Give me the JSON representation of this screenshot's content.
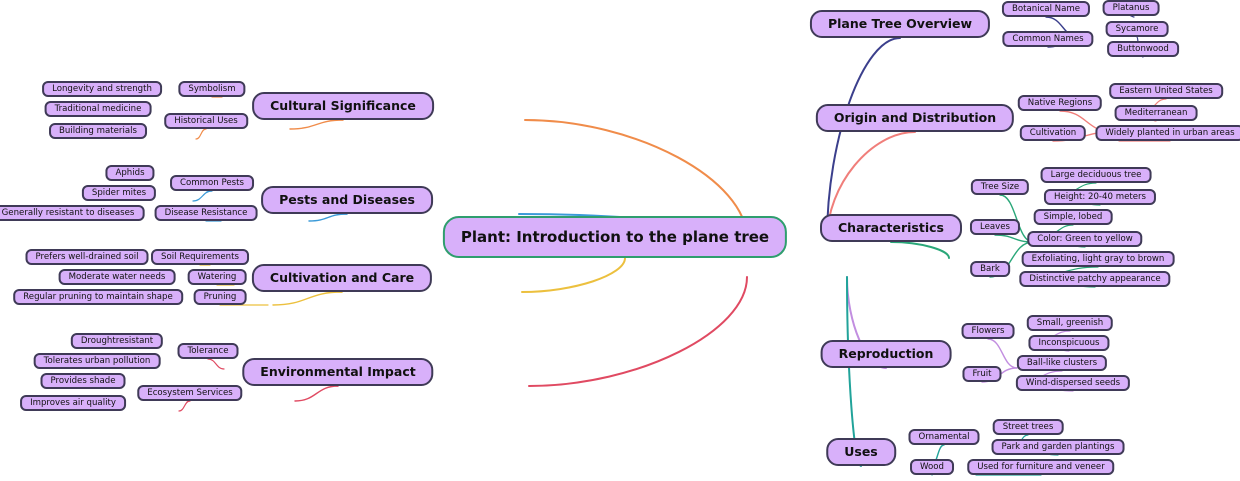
{
  "root": {
    "label": "Plant: Introduction to the plane tree"
  },
  "branches": [
    {
      "label": "Plane Tree Overview",
      "color": "#3b3f8c",
      "children": [
        {
          "label": "Botanical Name",
          "children": [
            "Platanus"
          ]
        },
        {
          "label": "Common Names",
          "children": [
            "Sycamore",
            "Buttonwood"
          ]
        }
      ]
    },
    {
      "label": "Origin and Distribution",
      "color": "#f07e7a",
      "children": [
        {
          "label": "Native Regions",
          "children": [
            "Eastern United States",
            "Mediterranean"
          ]
        },
        {
          "label": "Cultivation",
          "children": [
            "Widely planted in urban areas"
          ]
        }
      ]
    },
    {
      "label": "Characteristics",
      "color": "#2aa779",
      "children": [
        {
          "label": "Tree Size",
          "children": [
            "Large deciduous tree",
            "Height: 20-40 meters"
          ]
        },
        {
          "label": "Leaves",
          "children": [
            "Simple, lobed",
            "Color: Green to yellow"
          ]
        },
        {
          "label": "Bark",
          "children": [
            "Exfoliating, light gray to brown",
            "Distinctive patchy appearance"
          ]
        }
      ]
    },
    {
      "label": "Reproduction",
      "color": "#c28ee0",
      "children": [
        {
          "label": "Flowers",
          "children": [
            "Small, greenish",
            "Inconspicuous"
          ]
        },
        {
          "label": "Fruit",
          "children": [
            "Ball-like clusters",
            "Wind-dispersed seeds"
          ]
        }
      ]
    },
    {
      "label": "Uses",
      "color": "#21a39a",
      "children": [
        {
          "label": "Ornamental",
          "children": [
            "Street trees",
            "Park and garden plantings"
          ]
        },
        {
          "label": "Wood",
          "children": [
            "Used for furniture and veneer"
          ]
        }
      ]
    },
    {
      "label": "Cultural Significance",
      "color": "#f08c4a",
      "children": [
        {
          "label": "Symbolism",
          "children": [
            "Longevity and strength"
          ]
        },
        {
          "label": "Historical Uses",
          "children": [
            "Traditional medicine",
            "Building materials"
          ]
        }
      ]
    },
    {
      "label": "Pests and Diseases",
      "color": "#3b9ad8",
      "children": [
        {
          "label": "Common Pests",
          "children": [
            "Aphids",
            "Spider mites"
          ]
        },
        {
          "label": "Disease Resistance",
          "children": [
            "Generally resistant to diseases"
          ]
        }
      ]
    },
    {
      "label": "Cultivation and Care",
      "color": "#ecc03e",
      "children": [
        {
          "label": "Soil Requirements",
          "children": [
            "Prefers well-drained soil"
          ]
        },
        {
          "label": "Watering",
          "children": [
            "Moderate water needs"
          ]
        },
        {
          "label": "Pruning",
          "children": [
            "Regular pruning to maintain shape"
          ]
        }
      ]
    },
    {
      "label": "Environmental Impact",
      "color": "#e04a62",
      "children": [
        {
          "label": "Tolerance",
          "children": [
            "Droughtresistant",
            "Tolerates urban pollution"
          ]
        },
        {
          "label": "Ecosystem Services",
          "children": [
            "Provides shade",
            "Improves air quality"
          ]
        }
      ]
    }
  ]
}
